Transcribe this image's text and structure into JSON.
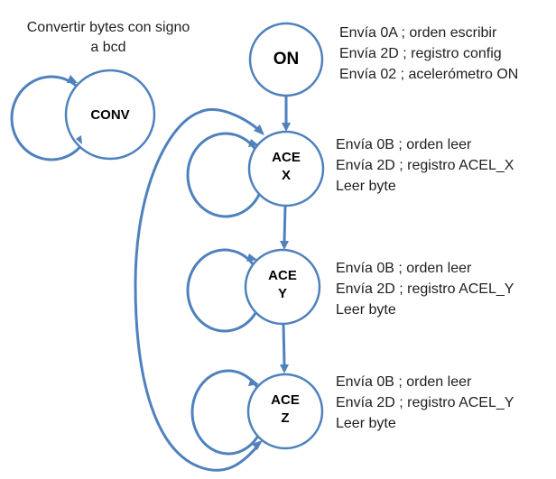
{
  "title_note": {
    "line1": "Convertir bytes con signo",
    "line2": "a bcd"
  },
  "colors": {
    "stroke_blue": "#4f81bd",
    "text": "#1f1f1f"
  },
  "states": {
    "conv": {
      "label": "CONV"
    },
    "on": {
      "label": "ON",
      "annotation": [
        "Envía 0A ; orden escribir",
        "Envía 2D ; registro config",
        "Envía 02 ; acelerómetro ON"
      ]
    },
    "ace_x": {
      "label_line1": "ACE",
      "label_line2": "X",
      "annotation": [
        "Envía 0B ; orden leer",
        "Envía 2D ; registro ACEL_X",
        "Leer byte"
      ]
    },
    "ace_y": {
      "label_line1": "ACE",
      "label_line2": "Y",
      "annotation": [
        "Envía 0B ; orden leer",
        "Envía 2D ; registro ACEL_Y",
        "Leer byte"
      ]
    },
    "ace_z": {
      "label_line1": "ACE",
      "label_line2": "Z",
      "annotation": [
        "Envía 0B ; orden leer",
        "Envía 2D ; registro ACEL_Y",
        "Leer byte"
      ]
    }
  }
}
